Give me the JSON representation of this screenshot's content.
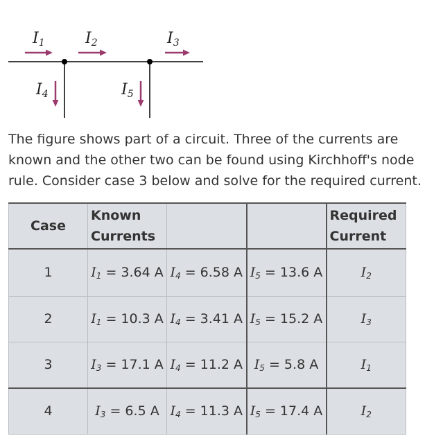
{
  "figure": {
    "labels": {
      "i1": {
        "base": "I",
        "sub": "1"
      },
      "i2": {
        "base": "I",
        "sub": "2"
      },
      "i3": {
        "base": "I",
        "sub": "3"
      },
      "i4": {
        "base": "I",
        "sub": "4"
      },
      "i5": {
        "base": "I",
        "sub": "5"
      }
    },
    "colors": {
      "wire": "#000000",
      "arrow": "#9b3a6c"
    }
  },
  "description": "The figure shows part of a circuit. Three of the currents are known and the other two can be found using Kirchhoff's node rule. Consider case 3 below and solve for the required current.",
  "table": {
    "headers": {
      "case": "Case",
      "known": "Known Currents",
      "required": "Required Current"
    },
    "rows": [
      {
        "case": "1",
        "known": [
          {
            "base": "I",
            "sub": "1",
            "value": " = 3.64 A"
          },
          {
            "base": "I",
            "sub": "4",
            "value": " = 6.58 A"
          },
          {
            "base": "I",
            "sub": "5",
            "value": " = 13.6 A"
          }
        ],
        "required": {
          "base": "I",
          "sub": "2"
        }
      },
      {
        "case": "2",
        "known": [
          {
            "base": "I",
            "sub": "1",
            "value": " = 10.3 A"
          },
          {
            "base": "I",
            "sub": "4",
            "value": " = 3.41 A"
          },
          {
            "base": "I",
            "sub": "5",
            "value": " = 15.2 A"
          }
        ],
        "required": {
          "base": "I",
          "sub": "3"
        }
      },
      {
        "case": "3",
        "known": [
          {
            "base": "I",
            "sub": "3",
            "value": " = 17.1 A"
          },
          {
            "base": "I",
            "sub": "4",
            "value": " = 11.2 A"
          },
          {
            "base": "I",
            "sub": "5",
            "value": " = 5.8 A"
          }
        ],
        "required": {
          "base": "I",
          "sub": "1"
        }
      },
      {
        "case": "4",
        "known": [
          {
            "base": "I",
            "sub": "3",
            "value": " = 6.5 A"
          },
          {
            "base": "I",
            "sub": "4",
            "value": " = 11.3 A"
          },
          {
            "base": "I",
            "sub": "5",
            "value": " = 17.4 A"
          }
        ],
        "required": {
          "base": "I",
          "sub": "2"
        }
      }
    ]
  }
}
